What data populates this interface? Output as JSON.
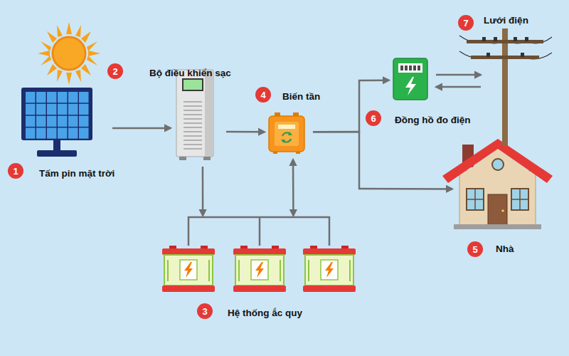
{
  "diagram": {
    "nodes": [
      {
        "text": [
          "1",
          "Tấm pin mặt trời"
        ]
      },
      {
        "text": [
          "2",
          "Bộ điều khiển sạc"
        ]
      },
      {
        "text": [
          "3",
          "Hệ thống ắc quy"
        ]
      },
      {
        "text": [
          "4",
          "Biến tần"
        ]
      },
      {
        "text": [
          "5",
          "Nhà"
        ]
      },
      {
        "text": [
          "6",
          "Đồng hồ đo điện"
        ]
      },
      {
        "text": [
          "7",
          "Lưới điện"
        ]
      }
    ],
    "edges": [
      {
        "from": 0,
        "to": 1,
        "arrow": "to"
      },
      {
        "from": 1,
        "to": 2,
        "arrow": "to"
      },
      {
        "from": 1,
        "to": 3,
        "arrow": "to"
      },
      {
        "from": 3,
        "to": 2,
        "arrow": "both"
      },
      {
        "from": 3,
        "to": 5,
        "arrow": "to"
      },
      {
        "from": 3,
        "to": 4,
        "arrow": "to"
      },
      {
        "from": 5,
        "to": 6,
        "arrow": "to"
      },
      {
        "from": 6,
        "to": 5,
        "arrow": "to"
      }
    ]
  }
}
